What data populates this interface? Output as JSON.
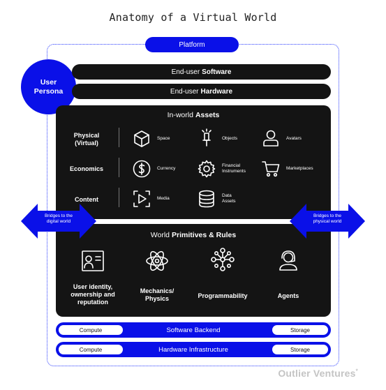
{
  "title": "Anatomy of a Virtual World",
  "platform": "Platform",
  "persona": {
    "line1": "User",
    "line2": "Persona"
  },
  "software_pill": {
    "prefix": "End-user",
    "bold": "Software"
  },
  "hardware_pill": {
    "prefix": "End-user",
    "bold": "Hardware"
  },
  "assets": {
    "title_prefix": "In-world",
    "title_bold": "Assets",
    "rows": [
      {
        "label_line1": "Physical",
        "label_line2": "(Virtual)",
        "items": [
          {
            "label": "Space",
            "icon": "cube-icon"
          },
          {
            "label": "Objects",
            "icon": "sword-icon"
          },
          {
            "label": "Avatars",
            "icon": "user-icon"
          }
        ]
      },
      {
        "label_line1": "Economics",
        "label_line2": "",
        "items": [
          {
            "label": "Currency",
            "icon": "dollar-icon"
          },
          {
            "label": "Financial",
            "label2": "Instruments",
            "icon": "gear-icon"
          },
          {
            "label": "Marketplaces",
            "icon": "cart-icon"
          }
        ]
      },
      {
        "label_line1": "Content",
        "label_line2": "",
        "items": [
          {
            "label": "Media",
            "icon": "play-frame-icon"
          },
          {
            "label": "Data",
            "label2": "Assets",
            "icon": "database-icon"
          }
        ]
      }
    ]
  },
  "primitives": {
    "title_prefix": "World",
    "title_bold": "Primitives & Rules",
    "items": [
      {
        "lines": [
          "User identity,",
          "ownership and",
          "reputation"
        ],
        "icon": "id-card-icon"
      },
      {
        "lines": [
          "Mechanics/",
          "Physics"
        ],
        "icon": "atom-icon"
      },
      {
        "lines": [
          "Programmability"
        ],
        "icon": "network-icon"
      },
      {
        "lines": [
          "Agents"
        ],
        "icon": "agent-icon"
      }
    ]
  },
  "bridges": {
    "left": [
      "Bridges to the",
      "digital world"
    ],
    "right": [
      "Bridges to the",
      "physical world"
    ]
  },
  "software_backend": {
    "label": "Software Backend",
    "left": "Compute",
    "right": "Storage"
  },
  "hardware_infra": {
    "label": "Hardware Infrastructure",
    "left": "Compute",
    "right": "Storage"
  },
  "brand": "Outlier Ventures",
  "brand_mark": "*",
  "colors": {
    "blue": "#0a10e8",
    "dark": "#141414",
    "brand_grey": "#c4c4c4"
  }
}
